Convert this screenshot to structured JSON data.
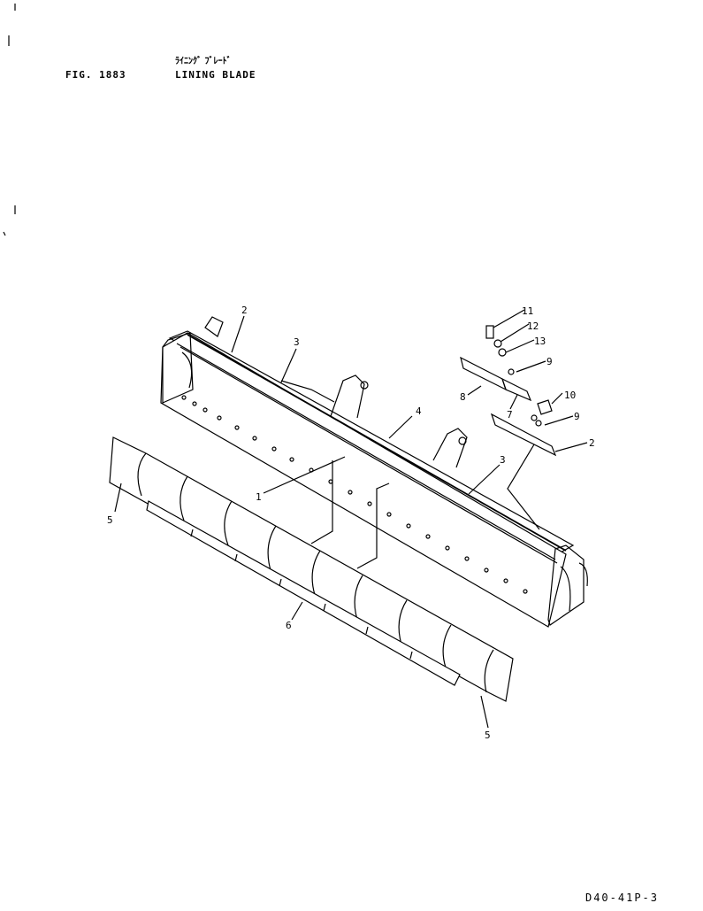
{
  "header": {
    "fig_label": "FIG. 1883",
    "title_jp": "ﾗｲﾆﾝｸﾞ ﾌﾞﾚｰﾄﾞ",
    "title_en": "LINING BLADE"
  },
  "footer": {
    "doc_code": "D40-41P-3"
  },
  "callouts": {
    "c1": "1",
    "c2a": "2",
    "c2b": "2",
    "c3a": "3",
    "c3b": "3",
    "c4": "4",
    "c5a": "5",
    "c5b": "5",
    "c6": "6",
    "c7": "7",
    "c8": "8",
    "c9a": "9",
    "c9b": "9",
    "c10": "10",
    "c11": "11",
    "c12": "12",
    "c13": "13"
  }
}
